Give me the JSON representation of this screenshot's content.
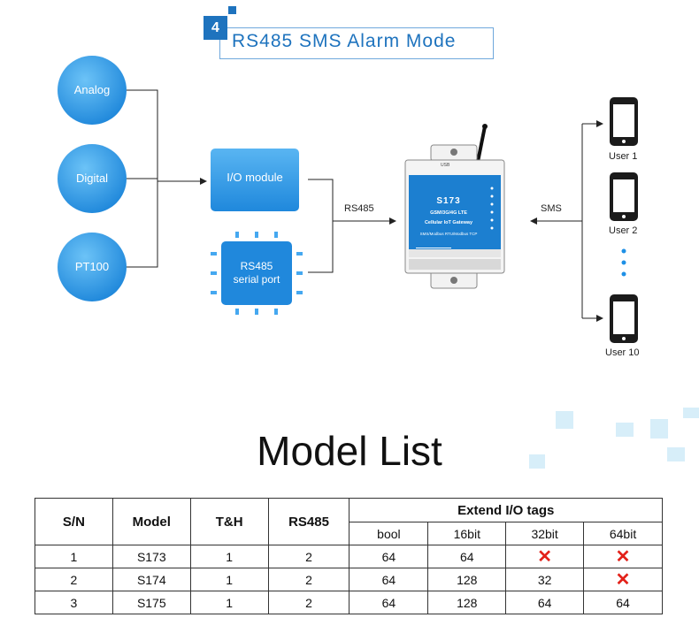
{
  "section": {
    "number": "4",
    "title": "RS485 SMS Alarm Mode"
  },
  "inputs": [
    "Analog",
    "Digital",
    "PT100"
  ],
  "io_module": "I/O module",
  "serial_port": "RS485\nserial port",
  "link_left": "RS485",
  "link_right": "SMS",
  "device": {
    "model": "S173",
    "line1": "GSM/3G/4G LTE",
    "line2": "Cellular IoT Gateway",
    "line3": "SMS/Modbus RTU/Modbus TCP",
    "usb": "USB"
  },
  "users": [
    "User 1",
    "User 2",
    "User 10"
  ],
  "model_list": {
    "heading": "Model List",
    "headers": {
      "sn": "S/N",
      "model": "Model",
      "th": "T&H",
      "rs485": "RS485",
      "extend": "Extend I/O tags"
    },
    "subheaders": [
      "bool",
      "16bit",
      "32bit",
      "64bit"
    ],
    "rows": [
      {
        "sn": "1",
        "model": "S173",
        "th": "1",
        "rs485": "2",
        "bool": "64",
        "b16": "64",
        "b32": "✕",
        "b64": "✕"
      },
      {
        "sn": "2",
        "model": "S174",
        "th": "1",
        "rs485": "2",
        "bool": "64",
        "b16": "128",
        "b32": "32",
        "b64": "✕"
      },
      {
        "sn": "3",
        "model": "S175",
        "th": "1",
        "rs485": "2",
        "bool": "64",
        "b16": "128",
        "b32": "64",
        "b64": "64"
      }
    ]
  },
  "colors": {
    "accent": "#1e73be",
    "circle": "#2e9bea",
    "not_supported": "#e32119"
  }
}
